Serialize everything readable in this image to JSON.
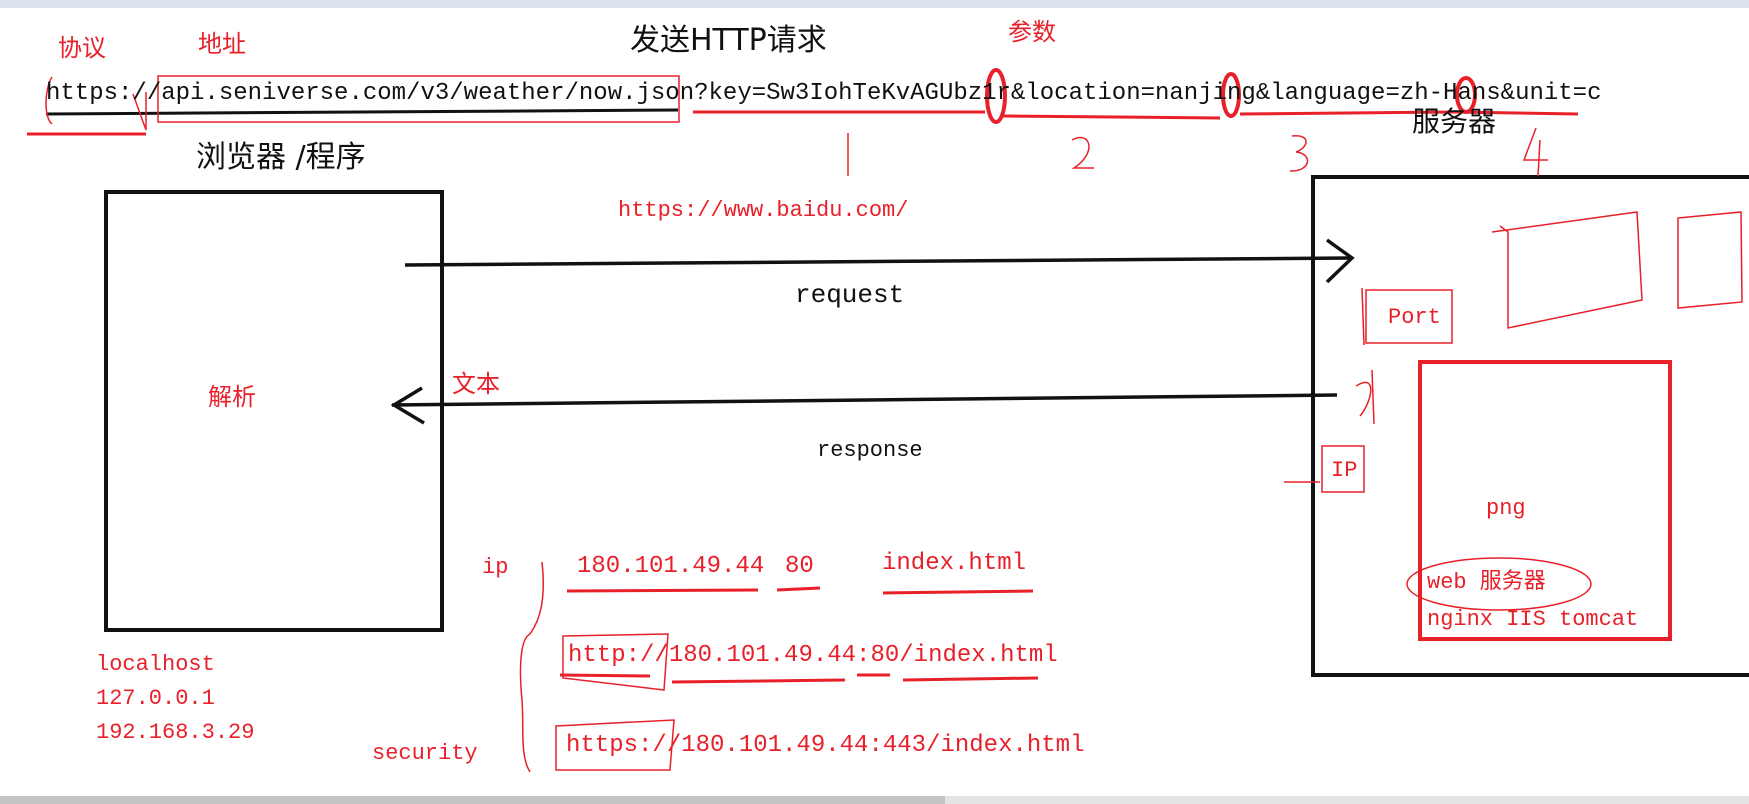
{
  "title": "发送HTTP请求",
  "labels": {
    "protocol": "协议",
    "address": "地址",
    "params": "参数",
    "server": "服务器",
    "browser": "浏览器 /程序",
    "parse": "解析",
    "text": "文本",
    "request": "request",
    "response": "response",
    "port": "Port",
    "ip_box": "IP",
    "png": "png",
    "web_server": "web 服务器",
    "server_software": "nginx IIS tomcat",
    "ip_bracket": "ip",
    "security": "security"
  },
  "url": {
    "scheme": "https://",
    "path": "api.seniverse.com/v3/weather/now.json",
    "param_key": "?key=Sw3IohTeKvAGUbz1r",
    "amp1": "&",
    "param_location": "location=nanjing",
    "amp2": "&",
    "param_language": "language=zh-Hans",
    "amp3": "&",
    "param_unit": "unit=c"
  },
  "param_numbers": [
    "1",
    "2",
    "3",
    "4"
  ],
  "example_url": "https://www.baidu.com/",
  "address_parts": {
    "ip": "180.101.49.44",
    "port": "80",
    "file": "index.html"
  },
  "http_url": {
    "scheme": "http://",
    "host": "180.101.49.44:",
    "port": "80",
    "path": "/index.html"
  },
  "https_url": {
    "scheme": "https://",
    "rest": "180.101.49.44:443/index.html"
  },
  "local_addresses": [
    "localhost",
    "127.0.0.1",
    "192.168.3.29"
  ],
  "colors": {
    "ink": "#111111",
    "red": "#e8202a"
  }
}
